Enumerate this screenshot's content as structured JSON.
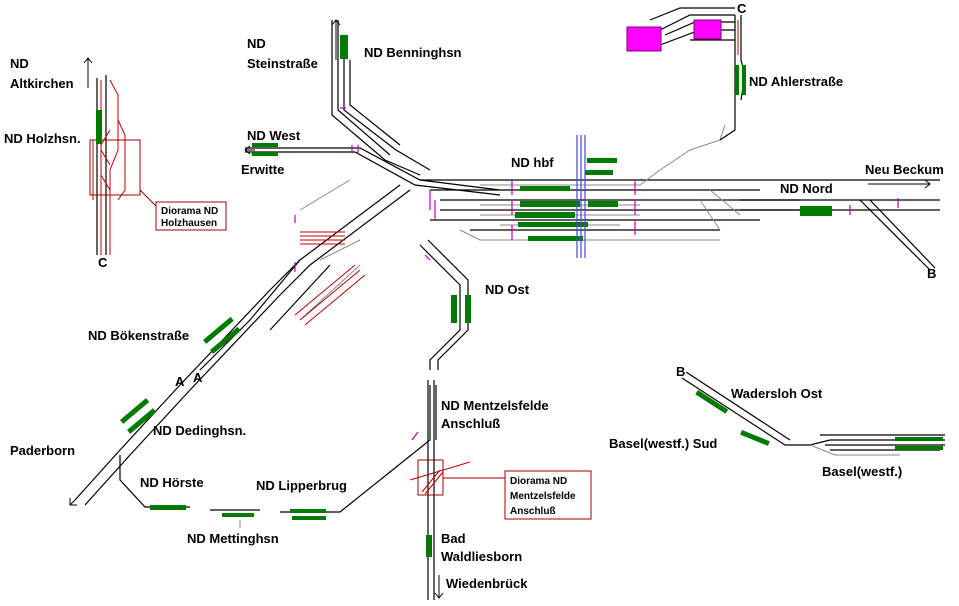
{
  "stations": {
    "altkirchen": "ND\nAltkirchen",
    "holzhsn": "ND Holzhsn.",
    "steinstrasse": "ND\nSteinstraße",
    "benninghsn": "ND Benninghsn",
    "west": "ND West",
    "erwitte": "Erwitte",
    "hbf": "ND hbf",
    "ahlerstrasse": "ND Ahlerstraße",
    "neu_beckum": "Neu Beckum",
    "nord": "ND Nord",
    "ost": "ND Ost",
    "boekenstrasse": "ND Bökenstraße",
    "dedinghsn": "ND Dedinghsn.",
    "paderborn": "Paderborn",
    "hoerste": "ND Hörste",
    "lipperbrug": "ND Lipperbrug",
    "mettinghsn": "ND Mettinghsn",
    "mentzelsfelde": "ND Mentzelsfelde\nAnschluß",
    "bad_waldliesborn": "Bad\nWaldliesborn",
    "wiedenbrueck": "Wiedenbrück",
    "wadersloh_ost": "Wadersloh Ost",
    "basel_sud": "Basel(westf.) Sud",
    "basel": "Basel(westf.)"
  },
  "connectors": {
    "c_left": "C",
    "c_top": "C",
    "a_left": "A",
    "a_right": "A",
    "b_nord": "B",
    "b_wadersloh": "B"
  },
  "boxes": {
    "holzhausen_line1": "Diorama ND",
    "holzhausen_line2": "Holzhausen",
    "mentzelsfelde_line1": "Diorama ND",
    "mentzelsfelde_line2": "Mentzelsfelde",
    "mentzelsfelde_line3": "Anschluß"
  },
  "colors": {
    "track": "#000000",
    "siding": "#8a8a8a",
    "platform": "#007a00",
    "signal": "#c000c0",
    "diorama": "#c00000",
    "depot": "#ff00ff"
  }
}
